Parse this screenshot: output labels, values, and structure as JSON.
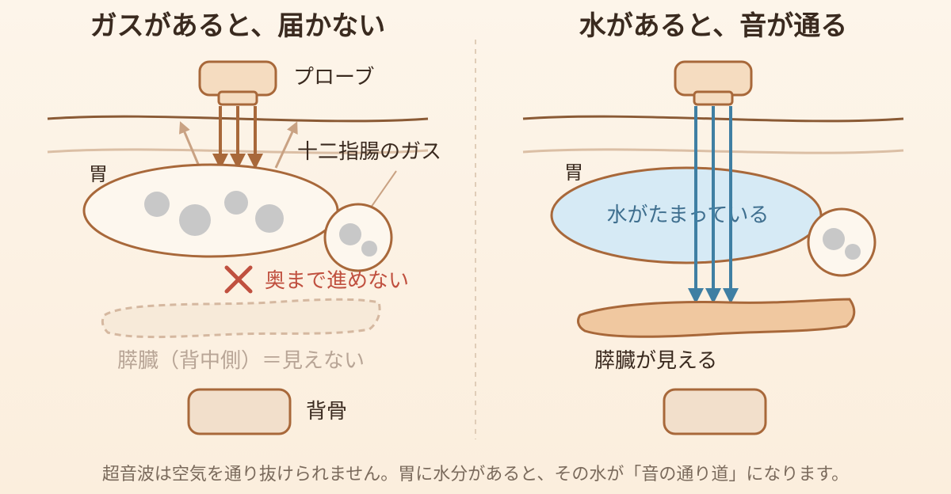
{
  "left": {
    "title": "ガスがあると、届かない",
    "probe_label": "プローブ",
    "gas_label": "十二指腸のガス",
    "stomach_label": "胃",
    "blocked_label": "奥まで進めない",
    "pancreas_label": "膵臓（背中側）＝見えない",
    "spine_label": "背骨"
  },
  "right": {
    "title": "水があると、音が通る",
    "stomach_label": "胃",
    "water_label": "水がたまっている",
    "pancreas_label": "膵臓が見える"
  },
  "caption": "超音波は空気を通り抜けられません。胃に水分があると、その水が「音の通り道」になります。",
  "colors": {
    "outline": "#a8683a",
    "probe_fill": "#f5dcc0",
    "gas_bubble": "#c8c8c8",
    "water_fill": "#d6eaf5",
    "beam_blue": "#3f7fa3",
    "beam_brown": "#a8683a",
    "blocked_red": "#c0503f",
    "pancreas_fill": "#f0c8a0",
    "spine_fill": "#f2dfcb"
  }
}
